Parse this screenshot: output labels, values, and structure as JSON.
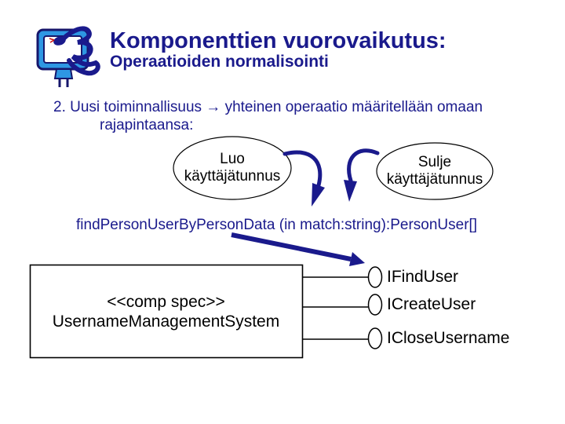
{
  "slide": {
    "title": "Komponenttien vuorovaikutus:",
    "subtitle": "Operaatioiden normalisointi",
    "body_line1": "2. Uusi toiminnallisuus → yhteinen operaatio määritellään omaan",
    "body_line2": "rajapintaansa:",
    "logo_icon": "computer-snake-logo-icon",
    "colors": {
      "accent_navy": "#1a1a8c",
      "icon_blue": "#2e97e3",
      "diagram_stroke": "#000000",
      "background": "#ffffff"
    }
  },
  "diagram": {
    "operations": [
      {
        "label": "Luo\nkäyttäjätunnus"
      },
      {
        "label": "Sulje\nkäyttäjätunnus"
      }
    ],
    "operation_signature": "findPersonUserByPersonData (in match:string):PersonUser[]",
    "component": {
      "stereotype": "<<comp spec>>",
      "name": "UsernameManagementSystem"
    },
    "interfaces": [
      {
        "label": "IFindUser"
      },
      {
        "label": "ICreateUser"
      },
      {
        "label": "ICloseUsername"
      }
    ]
  }
}
